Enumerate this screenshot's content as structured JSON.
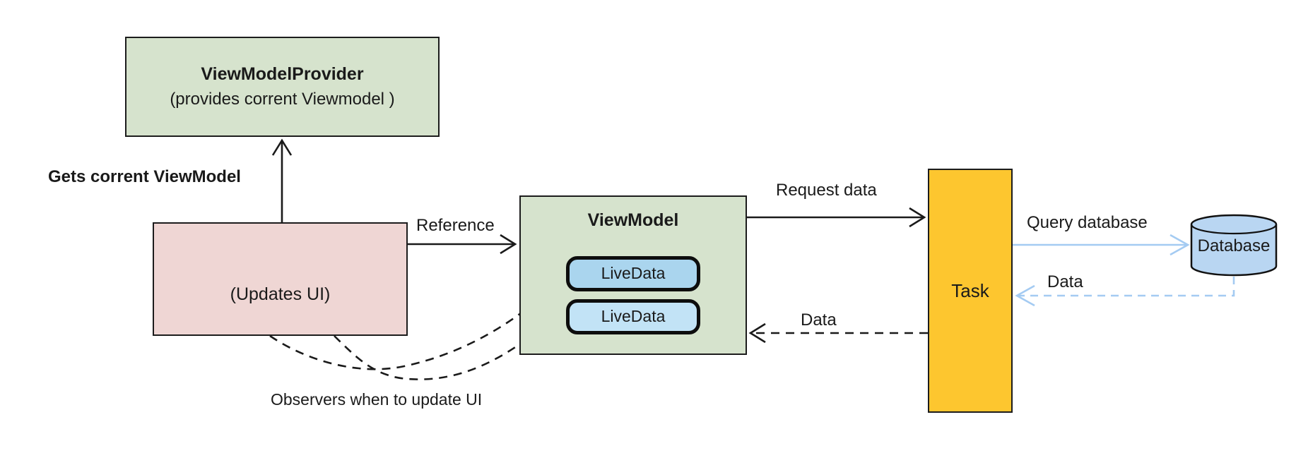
{
  "colors": {
    "green_fill": "#d6e3cd",
    "green_border": "#1c1c1c",
    "pink_fill": "#efd6d4",
    "livedata_fill_top": "#aad5ee",
    "livedata_fill_bottom": "#c2e3f6",
    "livedata_border": "#0d0d0d",
    "task_fill": "#fdc62f",
    "database_fill": "#b9d6f2",
    "arrow_black": "#1a1a1a",
    "arrow_blue": "#a4cbf2",
    "text_color": "#1a1a1a"
  },
  "nodes": {
    "provider": {
      "title": "ViewModelProvider",
      "subtitle": "(provides corrent Viewmodel )"
    },
    "ui": {
      "label": "(Updates UI)"
    },
    "viewmodel": {
      "title": "ViewModel",
      "livedata": [
        "LiveData",
        "LiveData"
      ]
    },
    "task": {
      "label": "Task"
    },
    "database": {
      "label": "Database"
    }
  },
  "edges": {
    "gets_current_viewmodel": "Gets corrent ViewModel",
    "reference": "Reference",
    "request_data": "Request data",
    "data_to_viewmodel": "Data",
    "query_database": "Query database",
    "data_to_task": "Data",
    "observers": "Observers when to update UI"
  }
}
